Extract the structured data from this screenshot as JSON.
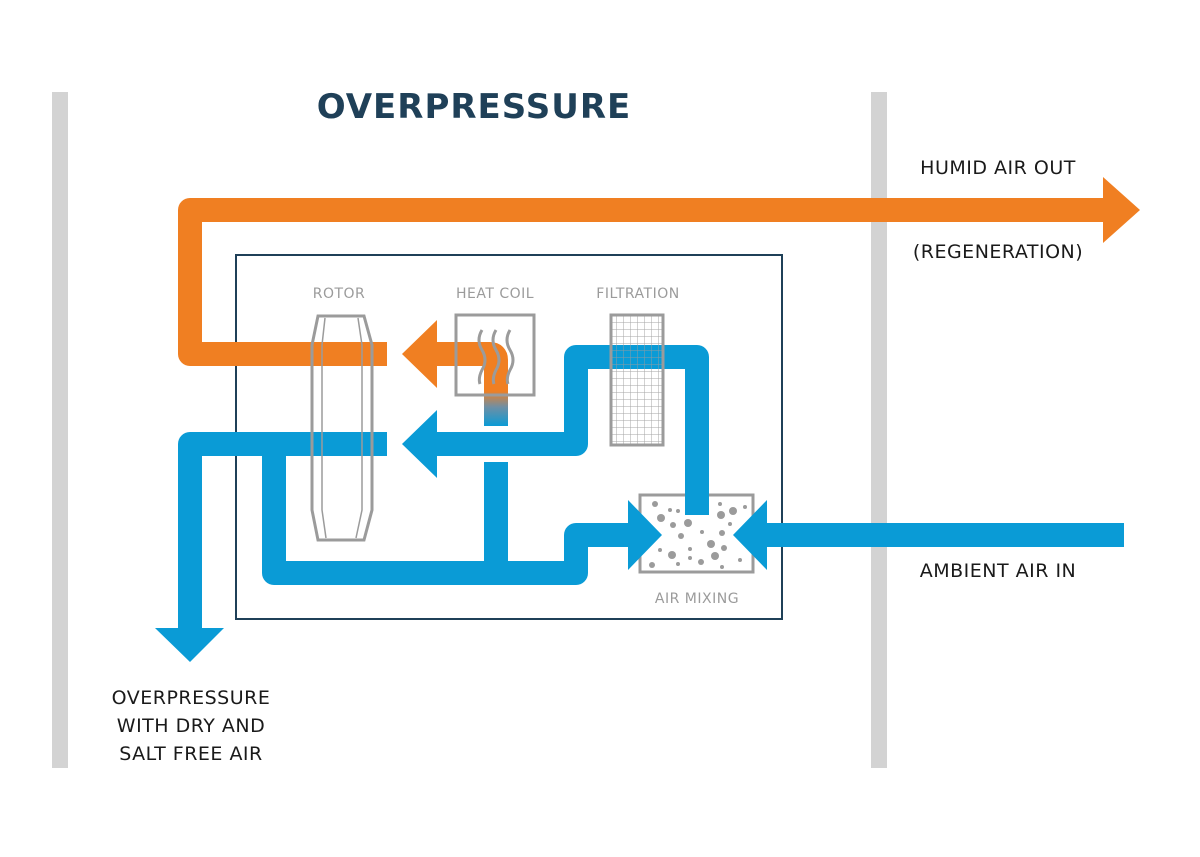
{
  "title": "OVERPRESSURE",
  "colors": {
    "orange": "#F07F22",
    "blue": "#0A9BD6",
    "navy": "#1F4058",
    "gray_component": "#9B9B9B",
    "gray_wall": "#D3D3D3",
    "text_dark": "#1A1A1A"
  },
  "components": {
    "rotor": "ROTOR",
    "heat_coil": "HEAT COIL",
    "filtration": "FILTRATION",
    "air_mixing": "AIR MIXING"
  },
  "flows": {
    "humid_out_line1": "HUMID AIR OUT",
    "humid_out_line2": "(REGENERATION)",
    "ambient_in": "AMBIENT AIR IN",
    "output_line1": "OVERPRESSURE",
    "output_line2": "WITH DRY AND",
    "output_line3": "SALT FREE AIR"
  }
}
